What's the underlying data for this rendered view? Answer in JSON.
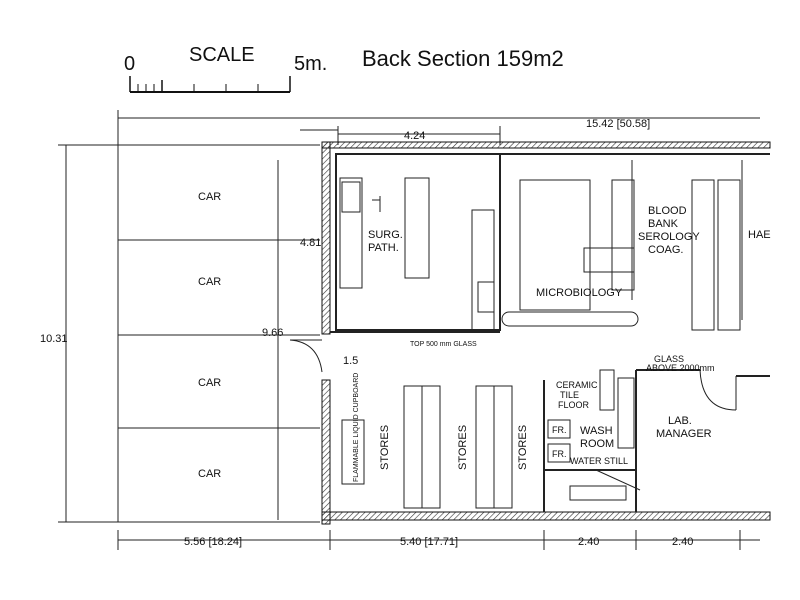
{
  "title": "Back Section 159m2",
  "scale": {
    "label": "SCALE",
    "start": "0",
    "end": "5m."
  },
  "dimensions": {
    "overall_width": "15.42 [50.58]",
    "left_room_width": "4.24",
    "height_total": "10.31",
    "upper_height": "4.81",
    "mid_offset": "9.66",
    "corridor_gap": "1.5",
    "bottom_parking": "5.56 [18.24]",
    "bottom_stores": "5.40 [17.71]",
    "bottom_wash": "2.40",
    "bottom_manager": "2.40"
  },
  "parking": [
    "CAR",
    "CAR",
    "CAR",
    "CAR"
  ],
  "rooms": {
    "surg_path": [
      "SURG.",
      "PATH."
    ],
    "microbiology": "MICROBIOLOGY",
    "blood_bank": [
      "BLOOD",
      "BANK",
      "SEROLOGY",
      "COAG."
    ],
    "haem": "HAE",
    "stores": [
      "STORES",
      "STORES",
      "STORES"
    ],
    "ceramic": [
      "CERAMIC",
      "TILE",
      "FLOOR"
    ],
    "wash_room": [
      "WASH",
      "ROOM"
    ],
    "lab_manager": [
      "LAB.",
      "MANAGER"
    ],
    "fridge_labels": [
      "FR.",
      "FR."
    ],
    "water_still": "WATER STILL"
  },
  "notes": {
    "top_glass": "TOP 500 mm GLASS",
    "glass_above": [
      "GLASS",
      "ABOVE 2000mm"
    ],
    "flammable": "FLAMMABLE LIQUID CUPBOARD"
  }
}
